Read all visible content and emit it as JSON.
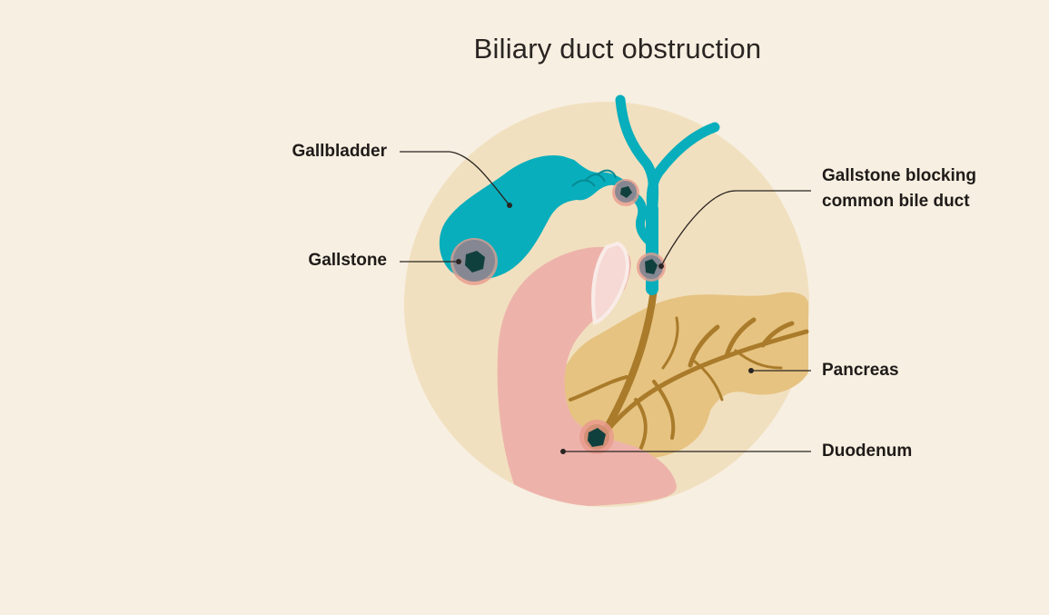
{
  "title": "Biliary duct obstruction",
  "labels": {
    "gallbladder": "Gallbladder",
    "gallstone": "Gallstone",
    "blocking_line1": "Gallstone blocking",
    "blocking_line2": "common bile duct",
    "pancreas": "Pancreas",
    "duodenum": "Duodenum"
  },
  "colors": {
    "background": "#f7efe1",
    "circle": "#f1e0bf",
    "bile_duct": "#08aebc",
    "pancreas": "#e6c381",
    "pancreatic_duct": "#a97b2a",
    "duodenum": "#edb3ab",
    "gallstone": "#10403e",
    "stone_halo": "#e99b8d"
  }
}
